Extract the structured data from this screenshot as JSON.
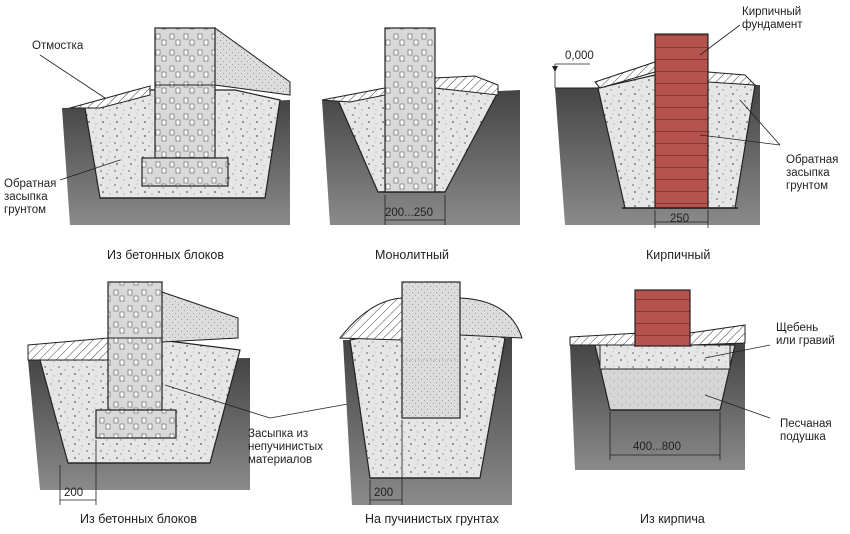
{
  "labels": {
    "otmostka": "Отмостка",
    "backfill_left": [
      "Обратная",
      "засыпка",
      "грунтом"
    ],
    "brick_foundation": [
      "Кирпичный",
      "фундамент"
    ],
    "level": "0,000",
    "backfill_right": [
      "Обратная",
      "засыпка",
      "грунтом"
    ],
    "fill_non_heaving": [
      "Засыпка из",
      "непучинистых",
      "материалов"
    ],
    "gravel": [
      "Щебень",
      "или гравий"
    ],
    "sand_cushion": [
      "Песчаная",
      "подушка"
    ]
  },
  "dimensions": {
    "d1": "200...250",
    "d2": "250",
    "d3": "200",
    "d4": "200",
    "d5": "400...800"
  },
  "captions": {
    "c1": "Из бетонных блоков",
    "c2": "Монолитный",
    "c3": "Кирпичный",
    "c4": "Из бетонных блоков",
    "c5": "На пучинистых грунтах",
    "c6": "Из кирпича"
  }
}
